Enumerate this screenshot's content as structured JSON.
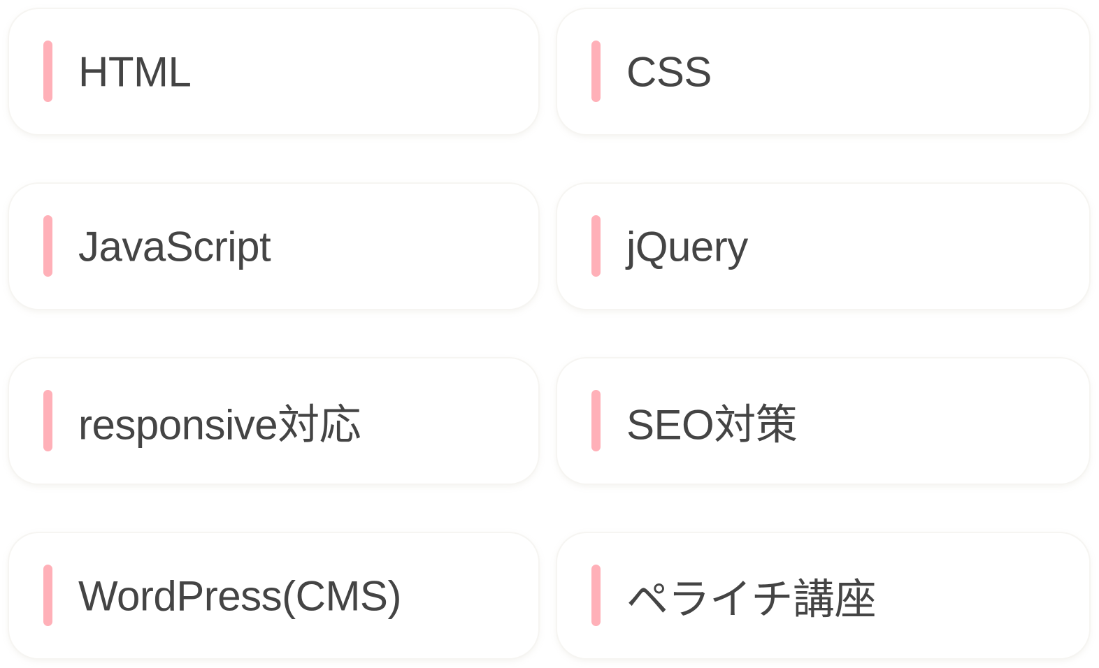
{
  "accent_color": "#ffb0b8",
  "text_color": "#444444",
  "skills": [
    {
      "label": "HTML"
    },
    {
      "label": "CSS"
    },
    {
      "label": "JavaScript"
    },
    {
      "label": "jQuery"
    },
    {
      "label": "responsive対応"
    },
    {
      "label": "SEO対策"
    },
    {
      "label": "WordPress(CMS)"
    },
    {
      "label": "ペライチ講座"
    }
  ]
}
